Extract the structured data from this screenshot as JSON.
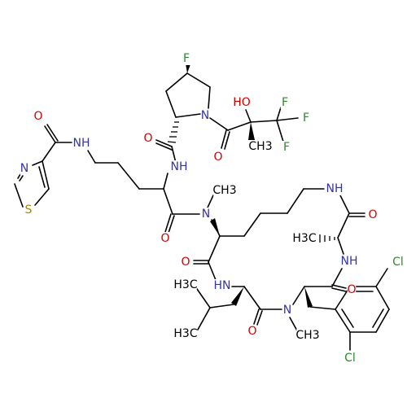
{
  "colors": {
    "carbon": "#000000",
    "oxygen": "#d40000",
    "nitrogen": "#3333aa",
    "fluorine": "#2a8a2a",
    "sulfur": "#a08a00",
    "chlorine": "#2a8a2a"
  },
  "atom_labels": {
    "F_pro": "F",
    "HO": "HO",
    "F1": "F",
    "F2": "F",
    "F3": "F",
    "CH3_tert": "CH3",
    "O_hyd": "O",
    "N_pro": "N",
    "O_pro": "O",
    "NH_orn": "NH",
    "O_thz": "O",
    "NH_thz": "NH",
    "N_thz": "N",
    "S_thz": "S",
    "CH3_nme1": "CH3",
    "N_me1": "N",
    "O_orn": "O",
    "NH_lys": "NH",
    "O_ala": "O",
    "H3C_ala": "H3C",
    "NH_ala": "NH",
    "O_lys": "O",
    "HN_leu": "HN",
    "H3C_leu1": "H3C",
    "H3C_leu2": "H3C",
    "O_leu": "O",
    "N_me2": "N",
    "CH3_nme2": "CH3",
    "O_phe": "O",
    "Cl1": "Cl",
    "Cl2": "Cl"
  }
}
